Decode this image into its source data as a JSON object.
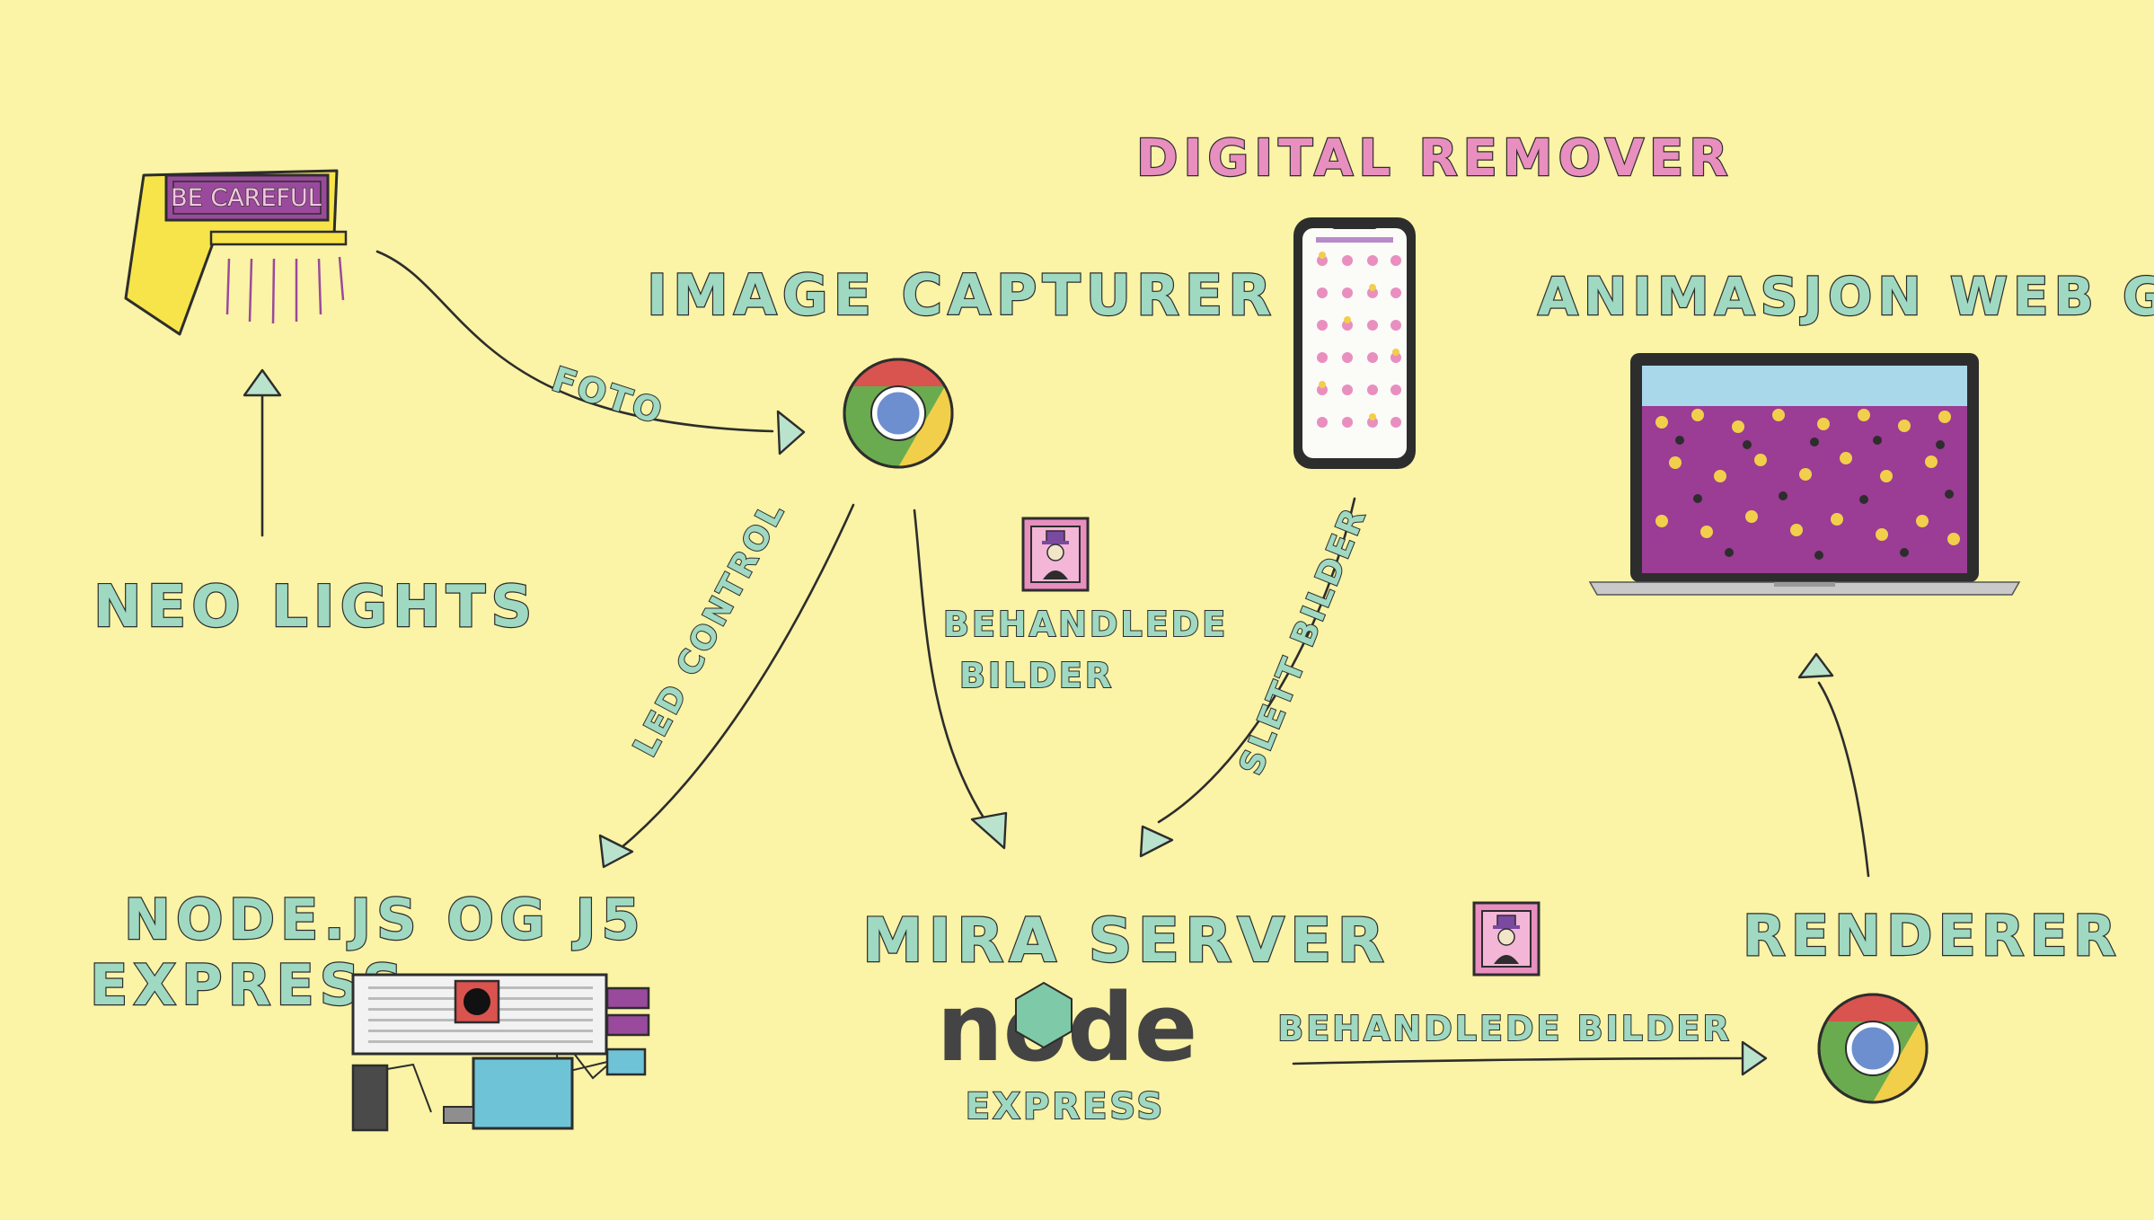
{
  "nodes": {
    "neo_lights": "NEO LIGHTS",
    "be_careful": "BE CAREFUL",
    "image_capturer": "IMAGE  CAPTURER",
    "digital_remover": "DIGITAL REMOVER",
    "animasjon": "ANIMASJON  WEB GL",
    "nodejs_line1": "NODE.JS  OG  J5",
    "nodejs_line2": "EXPRESS",
    "mira_server": "MIRA  SERVER",
    "node_logo": "node",
    "express": "EXPRESS",
    "renderer": "RENDERER"
  },
  "edges": {
    "foto": "FOTO",
    "led_control": "LED CONTROL",
    "behandlede_1": "BEHANDLEDE",
    "behandlede_2": "BILDER",
    "slett_bilder": "SLETT BILDER",
    "behandlede_bilder": "BEHANDLEDE  BILDER"
  },
  "icons": [
    "lamp-icon",
    "chrome-icon",
    "phone-icon",
    "laptop-icon",
    "portrait-icon",
    "breadboard-icon",
    "node-logo-icon"
  ],
  "colors": {
    "background": "#fbf3a5",
    "mint": "#9fd9c2",
    "pink": "#e88fbf",
    "purple": "#9a4a9c",
    "chrome_red": "#d9534f",
    "chrome_green": "#6aab4f",
    "chrome_yellow": "#f2cf4a",
    "chrome_blue": "#6d8fd0"
  }
}
